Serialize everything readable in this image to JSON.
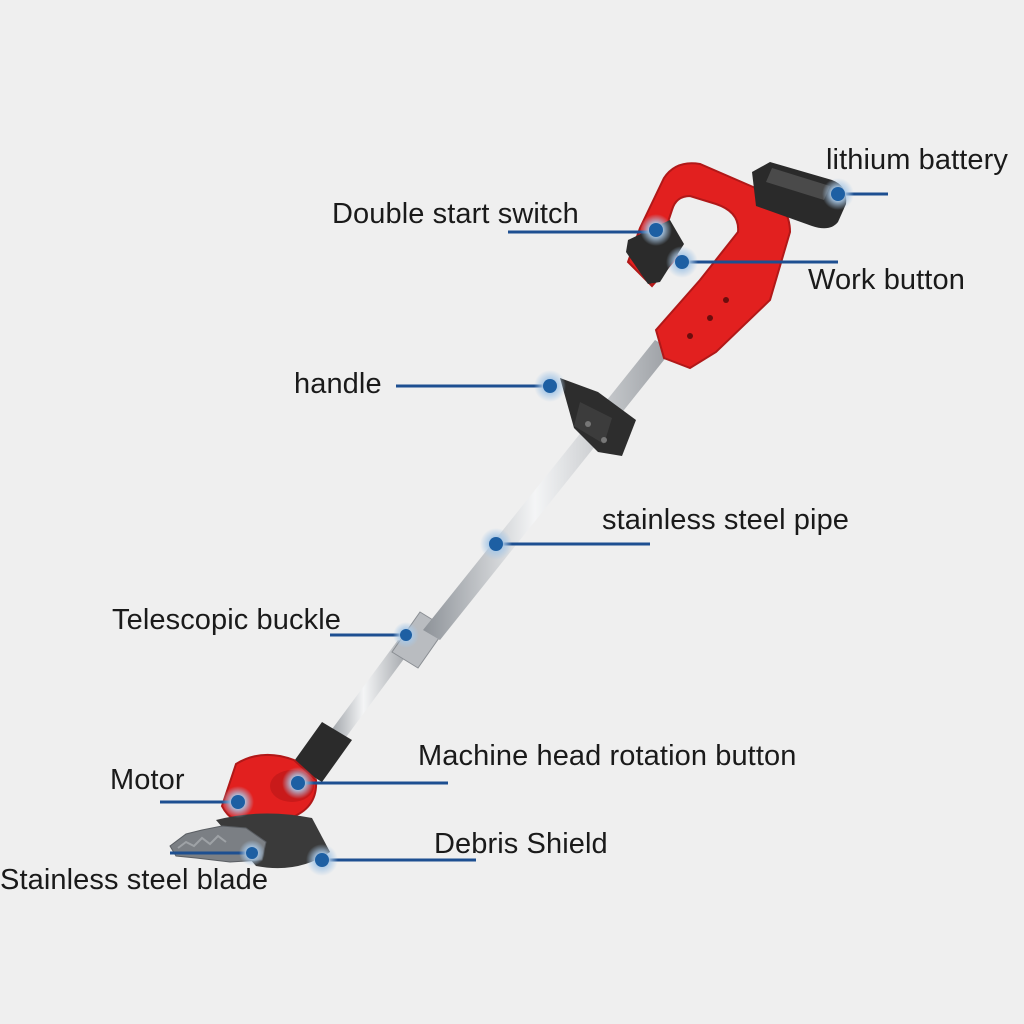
{
  "labels": {
    "lithium_battery": "lithium battery",
    "double_start_switch": "Double start switch",
    "work_button": "Work button",
    "handle": "handle",
    "stainless_steel_pipe": "stainless steel pipe",
    "telescopic_buckle": "Telescopic buckle",
    "machine_head_rotation_button": "Machine head rotation button",
    "motor": "Motor",
    "debris_shield": "Debris Shield",
    "stainless_steel_blade": "Stainless steel blade"
  },
  "colors": {
    "background": "#efefef",
    "leader_line": "#1d4f91",
    "dot": "#1d5fa3",
    "dot_halo": "#8fb6dc",
    "body_red": "#e2201f",
    "body_dark": "#2b2b2b",
    "pipe_silver": "#c9ccd0"
  }
}
